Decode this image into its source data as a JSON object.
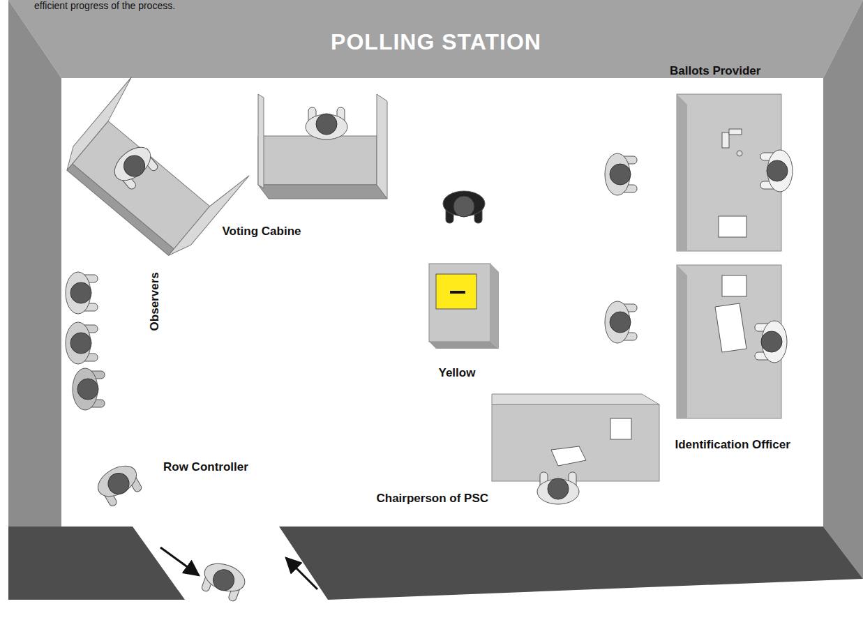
{
  "diagram": {
    "title": "POLLING STATION",
    "labels": [
      "efficient progress of the process.",
      "Ballots Provider",
      "Voting Cabine",
      "Yellow",
      "Observers",
      "Identification Officer",
      "Row Controller",
      "Chairperson of PSC"
    ]
  }
}
